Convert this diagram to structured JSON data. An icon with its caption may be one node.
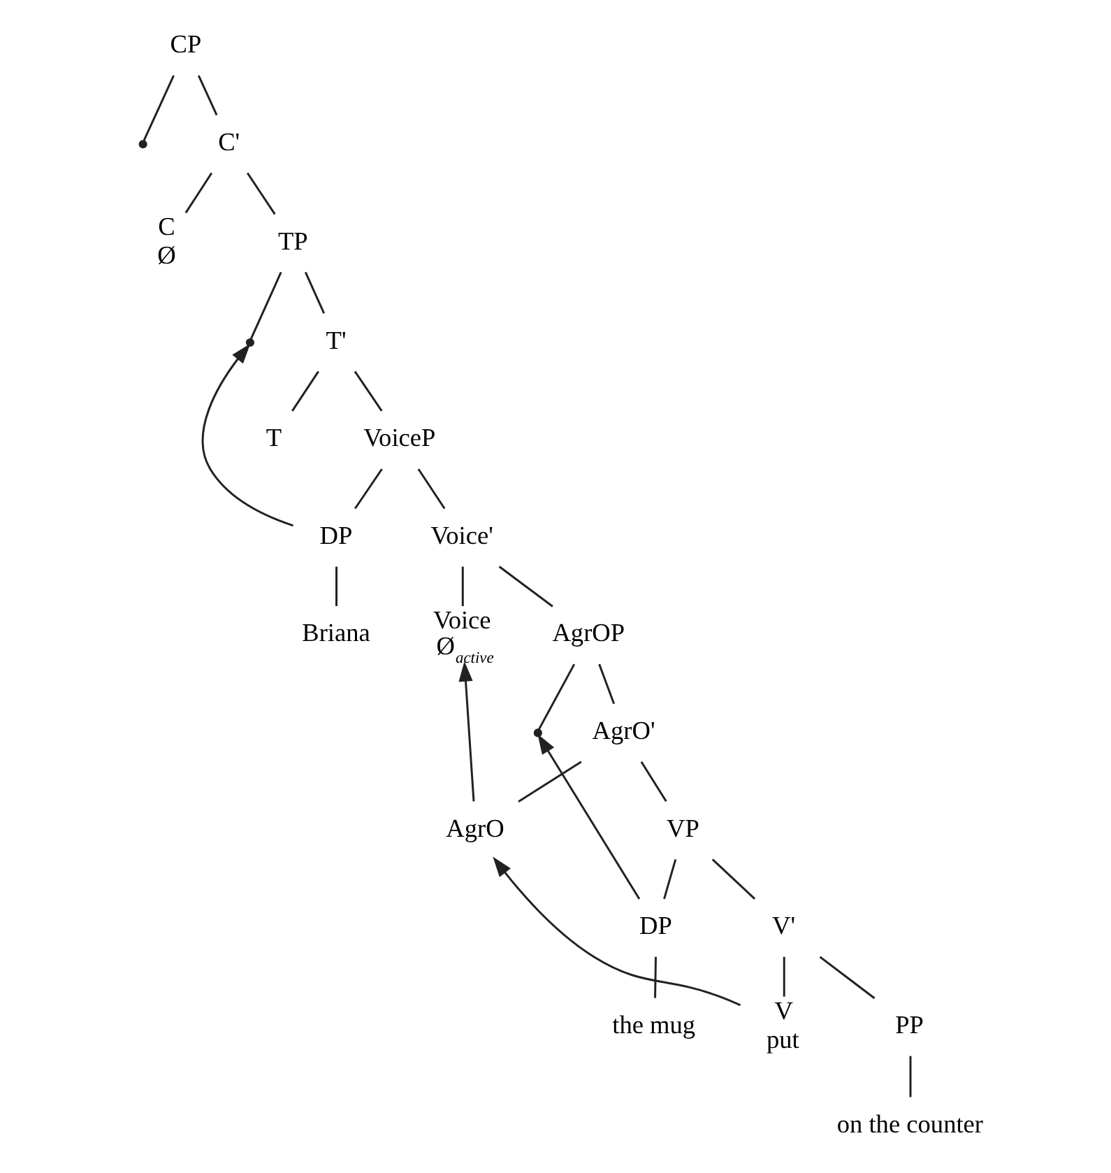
{
  "diagram": {
    "nodes": [
      {
        "text": [
          "CP"
        ]
      },
      {
        "text": [],
        "shape": "point"
      },
      {
        "text": [
          "C'"
        ]
      },
      {
        "text": [
          "C",
          "Ø"
        ]
      },
      {
        "text": [
          "TP"
        ]
      },
      {
        "text": [],
        "shape": "point"
      },
      {
        "text": [
          "T'"
        ]
      },
      {
        "text": [
          "T"
        ]
      },
      {
        "text": [
          "VoiceP"
        ]
      },
      {
        "text": [
          "DP"
        ]
      },
      {
        "text": [
          "Voice'"
        ]
      },
      {
        "text": [
          "Briana"
        ]
      },
      {
        "text": [
          "Voice",
          "Ø$_{active}$"
        ]
      },
      {
        "text": [
          "AgrOP"
        ]
      },
      {
        "text": [],
        "shape": "point"
      },
      {
        "text": [
          "AgrO'"
        ]
      },
      {
        "text": [
          "AgrO"
        ]
      },
      {
        "text": [
          "VP"
        ]
      },
      {
        "text": [
          "DP"
        ]
      },
      {
        "text": [
          "V'"
        ]
      },
      {
        "text": [
          "the mug"
        ]
      },
      {
        "text": [
          "V",
          "put"
        ]
      },
      {
        "text": [
          "PP"
        ]
      },
      {
        "text": [
          "on the counter"
        ]
      }
    ],
    "edges": [
      {
        "from": 0,
        "to": 1,
        "arrow": "none"
      },
      {
        "from": 0,
        "to": 2,
        "arrow": "none"
      },
      {
        "from": 2,
        "to": 3,
        "arrow": "none"
      },
      {
        "from": 2,
        "to": 4,
        "arrow": "none"
      },
      {
        "from": 4,
        "to": 5,
        "arrow": "none"
      },
      {
        "from": 4,
        "to": 6,
        "arrow": "none"
      },
      {
        "from": 6,
        "to": 7,
        "arrow": "none"
      },
      {
        "from": 6,
        "to": 8,
        "arrow": "none"
      },
      {
        "from": 8,
        "to": 9,
        "arrow": "none"
      },
      {
        "from": 8,
        "to": 10,
        "arrow": "none"
      },
      {
        "from": 9,
        "to": 11,
        "arrow": "none"
      },
      {
        "from": 10,
        "to": 12,
        "arrow": "none"
      },
      {
        "from": 10,
        "to": 13,
        "arrow": "none"
      },
      {
        "from": 13,
        "to": 14,
        "arrow": "none"
      },
      {
        "from": 13,
        "to": 15,
        "arrow": "none"
      },
      {
        "from": 15,
        "to": 16,
        "arrow": "none"
      },
      {
        "from": 15,
        "to": 17,
        "arrow": "none"
      },
      {
        "from": 17,
        "to": 18,
        "arrow": "none"
      },
      {
        "from": 17,
        "to": 19,
        "arrow": "none"
      },
      {
        "from": 18,
        "to": 20,
        "arrow": "none"
      },
      {
        "from": 19,
        "to": 21,
        "arrow": "none"
      },
      {
        "from": 19,
        "to": 22,
        "arrow": "none"
      },
      {
        "from": 22,
        "to": 23,
        "arrow": "none"
      },
      {
        "from": 9,
        "to": 5,
        "arrow": "to"
      },
      {
        "from": 18,
        "to": 14,
        "arrow": "to"
      },
      {
        "from": 21,
        "to": 16,
        "arrow": "to"
      },
      {
        "from": 16,
        "to": 12,
        "arrow": "to"
      }
    ]
  }
}
